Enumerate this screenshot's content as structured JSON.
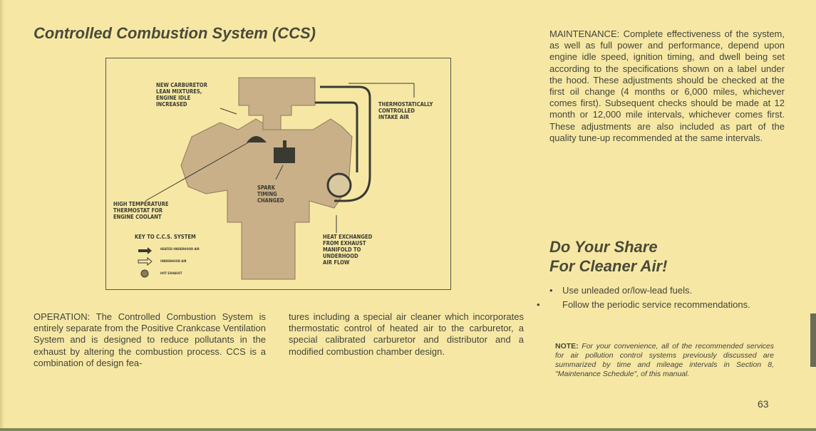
{
  "title": "Controlled Combustion System (CCS)",
  "diagram": {
    "labels": {
      "carburetor": "NEW CARBURETOR\nLEAN MIXTURES,\nENGINE IDLE\nINCREASED",
      "intake": "THERMOSTATICALLY\nCONTROLLED\nINTAKE AIR",
      "thermostat": "HIGH TEMPERATURE\nTHERMOSTAT FOR\nENGINE COOLANT",
      "spark": "SPARK\nTIMING\nCHANGED",
      "heat": "HEAT EXCHANGED\nFROM EXHAUST\nMANIFOLD TO\nUNDERHOOD\nAIR FLOW"
    },
    "key": {
      "title": "KEY TO C.C.S. SYSTEM",
      "items": [
        "HEATED UNDERHOOD AIR",
        "UNDERHOOD AIR",
        "HOT EXHAUST"
      ]
    }
  },
  "operation": {
    "heading": "OPERATION:",
    "col1": "The Controlled Combustion System is entirely separate from the Positive Crankcase Ventilation System and is designed to reduce pollutants in the exhaust by altering the combustion process. CCS is a combination of design fea-",
    "col2": "tures including a special air cleaner which incorporates thermostatic control of heated air to the carburetor, a special calibrated carburetor and distributor and a modified combustion chamber design."
  },
  "maintenance": {
    "heading": "MAINTENANCE:",
    "text": "Complete effectiveness of the system, as well as full power and performance, depend upon engine idle speed, ignition timing, and dwell being set according to the specifications shown on a label under the hood. These adjustments should be checked at the first oil change (4 months or 6,000 miles, whichever comes first). Subsequent checks should be made at 12 month or 12,000 mile intervals, whichever comes first. These adjustments are also included as part of the quality tune-up recommended at the same intervals."
  },
  "share": {
    "heading_line1": "Do Your Share",
    "heading_line2": "For Cleaner Air!",
    "bullets": [
      "Use unleaded or/low-lead fuels.",
      "Follow the periodic service recommendations."
    ]
  },
  "note": {
    "label": "NOTE:",
    "text": "For your convenience, all of the recommended services for air pollution control systems previously discussed are summarized by time and mileage intervals in Section 8, \"Maintenance Schedule\", of this manual."
  },
  "page_number": "63",
  "colors": {
    "paper": "#f6e8a4",
    "engine": "#c9b089",
    "ink": "#3a3a32"
  }
}
